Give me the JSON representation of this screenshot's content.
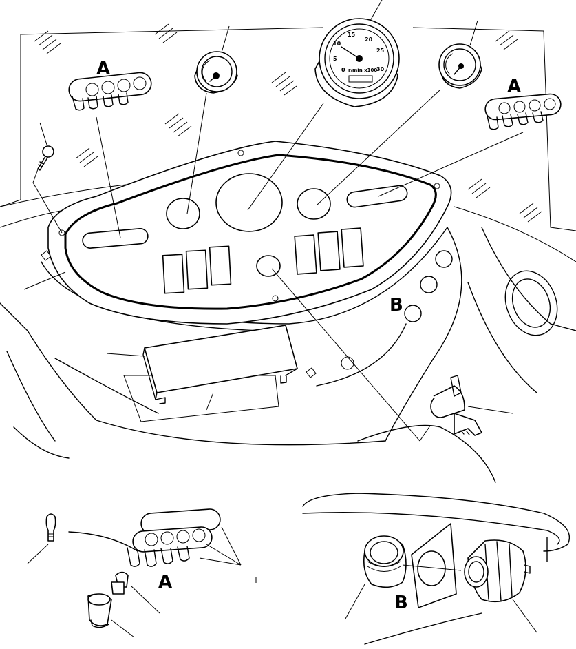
{
  "callouts": {
    "a_top_left": "A",
    "a_top_right": "A",
    "b_panel": "B",
    "a_detail": "A",
    "b_detail": "B"
  },
  "gauge_scale": {
    "n0": "0",
    "n5": "5",
    "n10": "10",
    "n15": "15",
    "n20": "20",
    "n25": "25",
    "n30": "30",
    "unit": "r/min x100"
  }
}
